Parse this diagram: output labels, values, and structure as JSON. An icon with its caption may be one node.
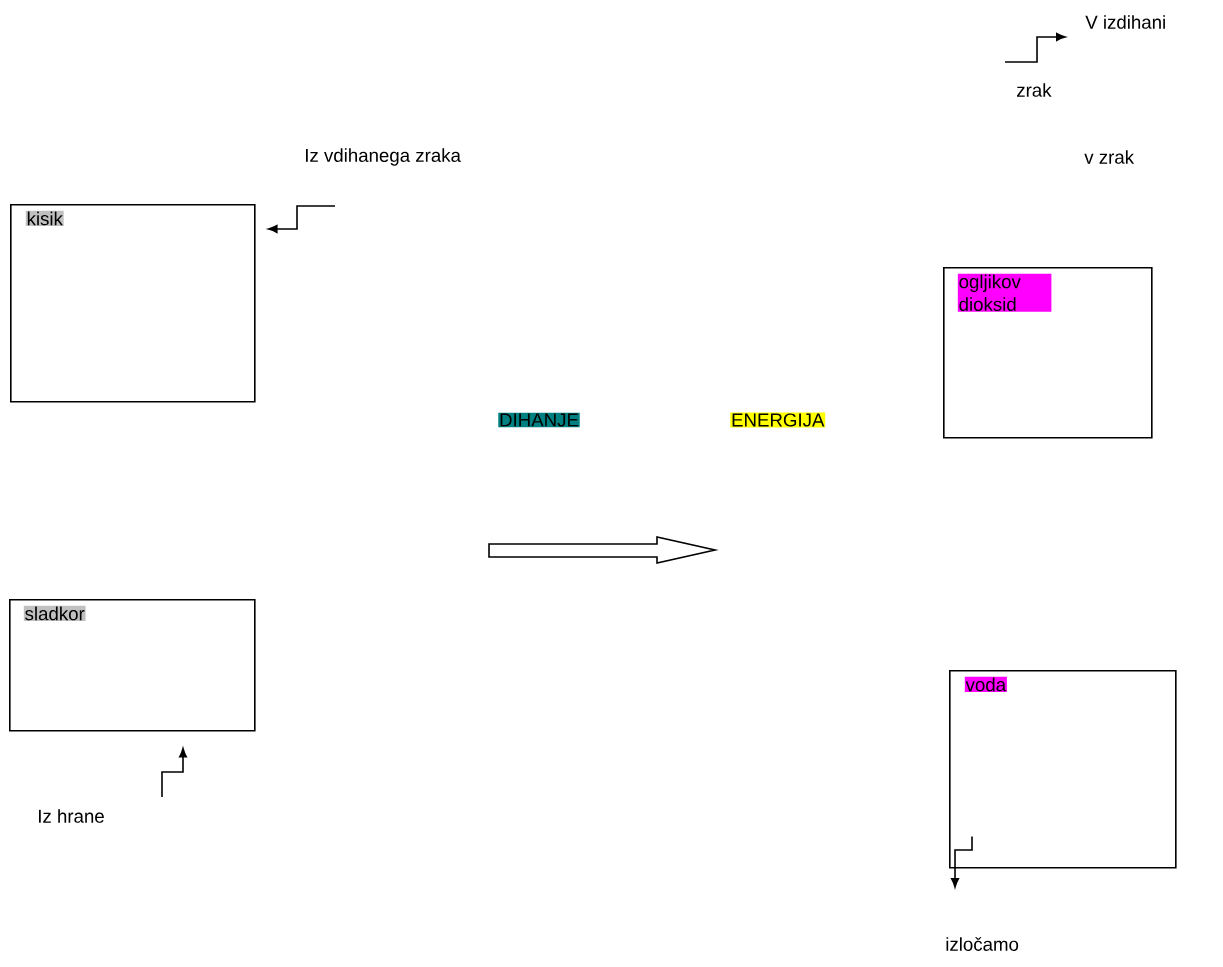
{
  "diagram": {
    "nodes": [
      {
        "text": [
          "V izdihani"
        ]
      },
      {
        "text": [
          "kisik"
        ]
      },
      {
        "text": [
          "ogljikov dioksid"
        ]
      },
      {
        "text": [
          "sladkor"
        ]
      },
      {
        "text": [
          "voda"
        ]
      }
    ],
    "edges": [
      {
        "from": null,
        "to": 1,
        "arrow": "to"
      },
      {
        "from": null,
        "to": 0,
        "arrow": "to"
      },
      {
        "from": null,
        "to": 3,
        "arrow": "to"
      },
      {
        "from": 4,
        "to": null,
        "arrow": "to"
      }
    ],
    "labels": [
      "zrak",
      "Iz vdihanega zraka",
      "v zrak",
      "DIHANJE",
      "ENERGIJA",
      "Iz hrane",
      "izločamo"
    ]
  }
}
